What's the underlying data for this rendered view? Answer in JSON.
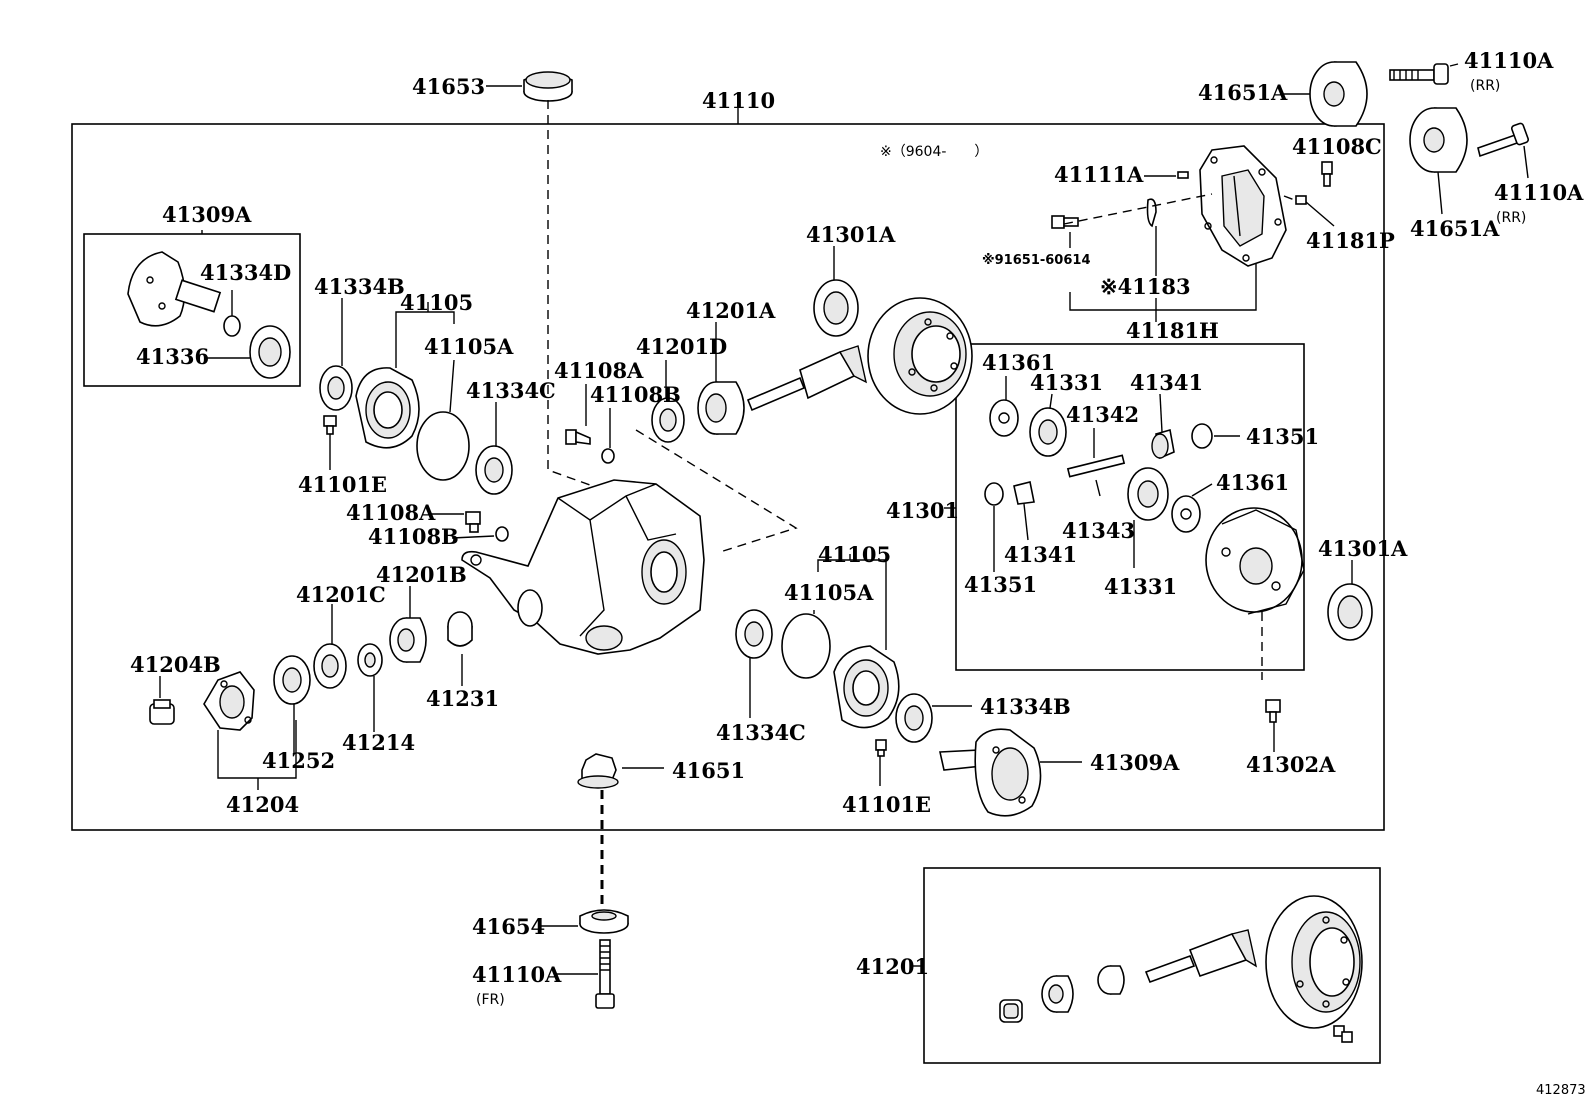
{
  "labels": {
    "l41653": "41653",
    "l41110": "41110",
    "l41651A_top": "41651A",
    "l41110A_top": "41110A",
    "rr_top": "(RR)",
    "l41108C": "41108C",
    "l41110A_right": "41110A",
    "rr_right": "(RR)",
    "l41651A_right": "41651A",
    "l41181P": "41181P",
    "note_9604": "※（9604-　　）",
    "l41111A": "41111A",
    "l91651": "※91651-60614",
    "l41183": "※41183",
    "l41181H": "41181H",
    "l41309A_top": "41309A",
    "l41334D": "41334D",
    "l41336": "41336",
    "l41334B_top": "41334B",
    "l41105_top": "41105",
    "l41105A_top": "41105A",
    "l41334C_top": "41334C",
    "l41101E_left": "41101E",
    "l41108A_mid": "41108A",
    "l41108B_mid": "41108B",
    "l41201D": "41201D",
    "l41201A": "41201A",
    "l41301A_top": "41301A",
    "l41108A_low": "41108A",
    "l41108B_low": "41108B",
    "l41201B": "41201B",
    "l41201C": "41201C",
    "l41204B": "41204B",
    "l41231": "41231",
    "l41214": "41214",
    "l41252": "41252",
    "l41204": "41204",
    "l41105_low": "41105",
    "l41105A_low": "41105A",
    "l41334C_low": "41334C",
    "l41334B_low": "41334B",
    "l41309A_low": "41309A",
    "l41101E_low": "41101E",
    "l41651": "41651",
    "l41361_a": "41361",
    "l41331_a": "41331",
    "l41342": "41342",
    "l41341_a": "41341",
    "l41351_a": "41351",
    "l41301": "41301",
    "l41361_b": "41361",
    "l41343": "41343",
    "l41341_b": "41341",
    "l41351_b": "41351",
    "l41331_b": "41331",
    "l41301A_right": "41301A",
    "l41302A": "41302A",
    "l41654": "41654",
    "l41110A_fr": "41110A",
    "fr": "(FR)",
    "l41201": "41201",
    "code": "412873"
  }
}
